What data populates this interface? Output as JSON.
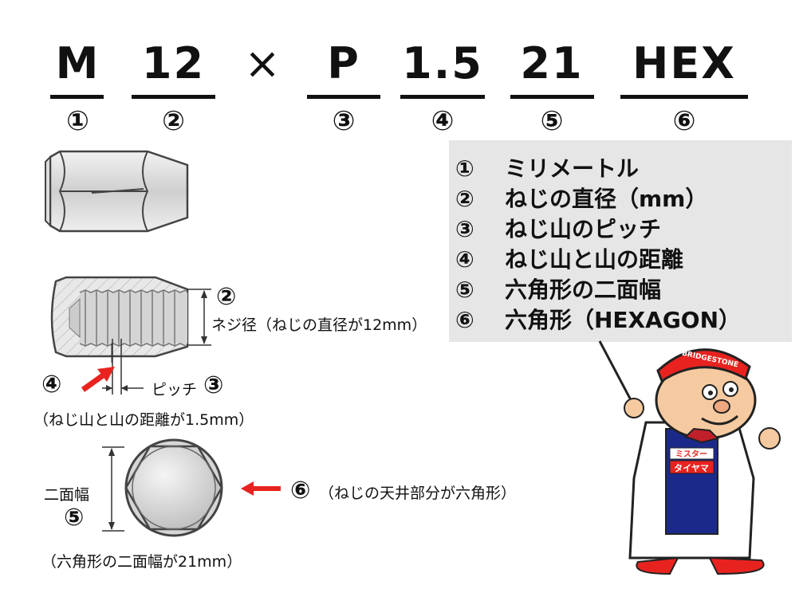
{
  "designation": [
    {
      "text": "M",
      "num": "①"
    },
    {
      "text": "12",
      "num": "②"
    },
    {
      "text": "×"
    },
    {
      "text": "P",
      "num": "③"
    },
    {
      "text": "1.5",
      "num": "④"
    },
    {
      "text": "21",
      "num": "⑤"
    },
    {
      "text": "HEX",
      "num": "⑥"
    }
  ],
  "legend": [
    {
      "num": "①",
      "text": "ミリメートル"
    },
    {
      "num": "②",
      "text": "ねじの直径（mm）"
    },
    {
      "num": "③",
      "text": "ねじ山のピッチ"
    },
    {
      "num": "④",
      "text": "ねじ山と山の距離"
    },
    {
      "num": "⑤",
      "text": "六角形の二面幅"
    },
    {
      "num": "⑥",
      "text": "六角形（HEXAGON）"
    }
  ],
  "annotations": {
    "diameter_num": "②",
    "diameter_text": "ネジ径（ねじの直径が12mm）",
    "pitch_num": "③",
    "pitch_text": "ピッチ",
    "distance_num": "④",
    "distance_text": "（ねじ山と山の距離が1.5mm）",
    "width_label": "二面幅",
    "width_num": "⑤",
    "width_text": "（六角形の二面幅が21mm）",
    "hex_num": "⑥",
    "hex_text": "（ねじの天井部分が六角形）"
  },
  "mascot": {
    "cap_text": "BRIDGESTONE",
    "badge_top": "ミスター",
    "badge_bottom": "タイヤマ"
  },
  "colors": {
    "arrow": "#e8231f",
    "legend_bg": "#e6e6e6"
  }
}
